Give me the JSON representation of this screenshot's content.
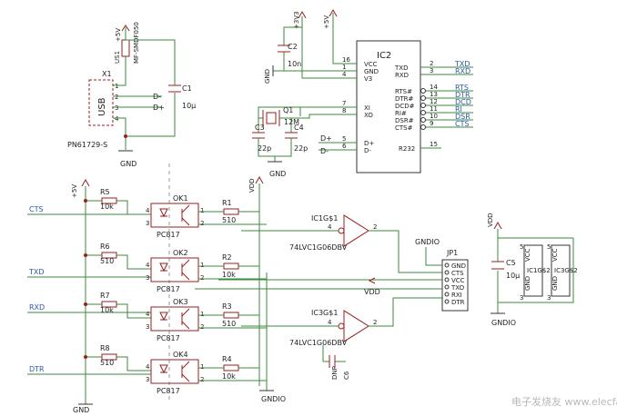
{
  "colors": {
    "wire": "#3c8a3c",
    "part": "#9a1e1e",
    "signal": "#2a5aa8"
  },
  "usb": {
    "connector": "USB",
    "ref": "X1",
    "part": "PN61729-S",
    "fuse": "US1",
    "fuse_part": "MF-SMDF050",
    "pins": [
      "1",
      "2",
      "3",
      "4"
    ],
    "dminus": "D-",
    "dplus": "D+",
    "gnd": "GND",
    "vcc": "+5V"
  },
  "c1": {
    "ref": "C1",
    "value": "10μ"
  },
  "c2": {
    "ref": "C2",
    "value": "10n"
  },
  "c3": {
    "ref": "C3",
    "value": "22p"
  },
  "c4": {
    "ref": "C4",
    "value": "22p"
  },
  "c5": {
    "ref": "C5",
    "value": "10μ"
  },
  "c6": {
    "ref": "C6",
    "value": "DNP"
  },
  "q1": {
    "ref": "Q1",
    "value": "12M"
  },
  "ic2": {
    "ref": "IC2",
    "part": "R232",
    "left_pins": [
      {
        "num": "16",
        "name": "VCC"
      },
      {
        "num": "1",
        "name": "GND"
      },
      {
        "num": "4",
        "name": "V3"
      },
      {
        "num": "7",
        "name": "XI"
      },
      {
        "num": "8",
        "name": "XO"
      },
      {
        "num": "5",
        "name": "D+"
      },
      {
        "num": "6",
        "name": "D-"
      }
    ],
    "right_pins": [
      {
        "num": "2",
        "name": "TXD",
        "sig": "TXD"
      },
      {
        "num": "3",
        "name": "RXD",
        "sig": "RXD"
      },
      {
        "num": "14",
        "name": "RTS#",
        "sig": "RTS"
      },
      {
        "num": "13",
        "name": "DTR#",
        "sig": "DTR"
      },
      {
        "num": "12",
        "name": "DCD#",
        "sig": "DCD"
      },
      {
        "num": "11",
        "name": "RI#",
        "sig": "RI"
      },
      {
        "num": "10",
        "name": "DSR#",
        "sig": "DSR"
      },
      {
        "num": "9",
        "name": "CTS#",
        "sig": "CTS"
      }
    ],
    "pin15": "15",
    "supply_3v3": "+3V3",
    "supply_5v": "+5V",
    "gnd": "GND",
    "dplus": "D+",
    "dminus": "D-"
  },
  "resistors": [
    {
      "ref": "R5",
      "value": "10k"
    },
    {
      "ref": "R1",
      "value": "510"
    },
    {
      "ref": "R6",
      "value": "510"
    },
    {
      "ref": "R2",
      "value": "10k"
    },
    {
      "ref": "R7",
      "value": "10k"
    },
    {
      "ref": "R3",
      "value": "510"
    },
    {
      "ref": "R8",
      "value": "510"
    },
    {
      "ref": "R4",
      "value": "10k"
    }
  ],
  "optos": [
    {
      "ref": "OK1",
      "part": "PC817"
    },
    {
      "ref": "OK2",
      "part": "PC817"
    },
    {
      "ref": "OK3",
      "part": "PC817"
    },
    {
      "ref": "OK4",
      "part": "PC817"
    }
  ],
  "opto_pins": [
    "4",
    "3",
    "1",
    "2"
  ],
  "buffers": [
    {
      "ref": "IC1G$1",
      "part": "74LVC1G06DBV",
      "pin_in": "4",
      "pin_out": "2"
    },
    {
      "ref": "IC3G$1",
      "part": "74LVC1G06DBV",
      "pin_in": "4",
      "pin_out": "2"
    }
  ],
  "signals_left": [
    "CTS",
    "TXD",
    "RXD",
    "DTR"
  ],
  "jp1": {
    "ref": "JP1",
    "pins": [
      "GND",
      "CTS",
      "VCC",
      "TXO",
      "RXI",
      "DTR"
    ]
  },
  "power": {
    "vdd": "VDD",
    "gndio": "GNDIO",
    "gnd": "GND",
    "p5v": "+5V"
  },
  "supply_box": {
    "c5": "C5",
    "ic1": "IC1G$2",
    "ic3": "IC3G$2",
    "vcc": "VCC",
    "gnd": "GND",
    "pin5": "5",
    "pin3": "3"
  },
  "watermark": "电子发烧友 www.elecfans.com"
}
